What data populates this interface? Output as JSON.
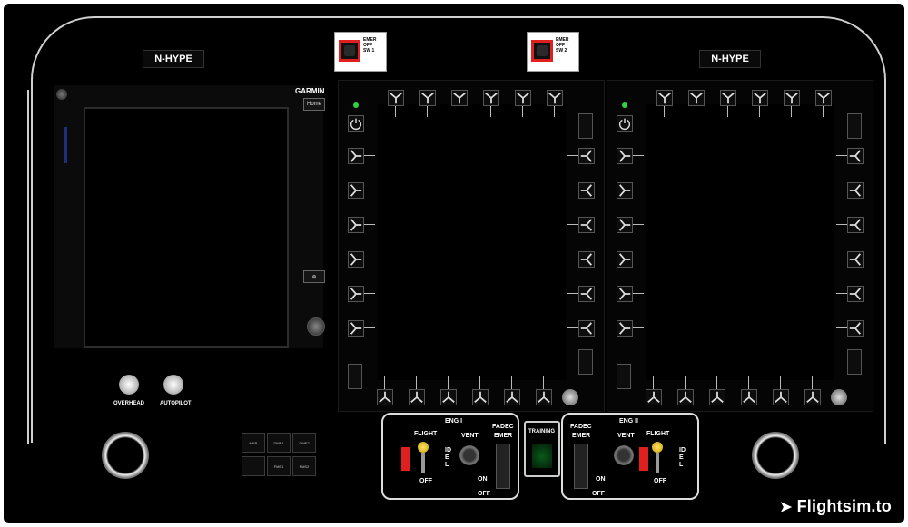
{
  "registration": [
    "N-HYPE",
    "N-HYPE"
  ],
  "emer_switches": [
    {
      "line1": "EMER",
      "line2": "OFF",
      "line3": "SW 1"
    },
    {
      "line1": "EMER",
      "line2": "OFF",
      "line3": "SW 2"
    }
  ],
  "gps": {
    "brand": "GARMIN",
    "home_label": "Home"
  },
  "overhead_label": "OVERHEAD",
  "autopilot_label": "AUTOPILOT",
  "comm_buttons": [
    "MKR",
    "DME1",
    "DME2",
    "",
    "FMS1",
    "FMS2"
  ],
  "eng1": {
    "title": "ENG I",
    "flight": "FLIGHT",
    "off": "OFF",
    "idel": "IDEL",
    "vent": "VENT",
    "fadec": "FADEC",
    "emer": "EMER",
    "on": "ON",
    "off2": "OFF"
  },
  "eng2": {
    "title": "ENG II",
    "flight": "FLIGHT",
    "off": "OFF",
    "idel": "IDEL",
    "vent": "VENT",
    "fadec": "FADEC",
    "emer": "EMER",
    "on": "ON",
    "off2": "OFF"
  },
  "training_label": "TRAINING",
  "brand": "Flightsim.to",
  "colors": {
    "accent_red": "#e0201e",
    "led_green": "#2fd23f",
    "panel": "#000000",
    "outline": "#cfcfcf"
  }
}
